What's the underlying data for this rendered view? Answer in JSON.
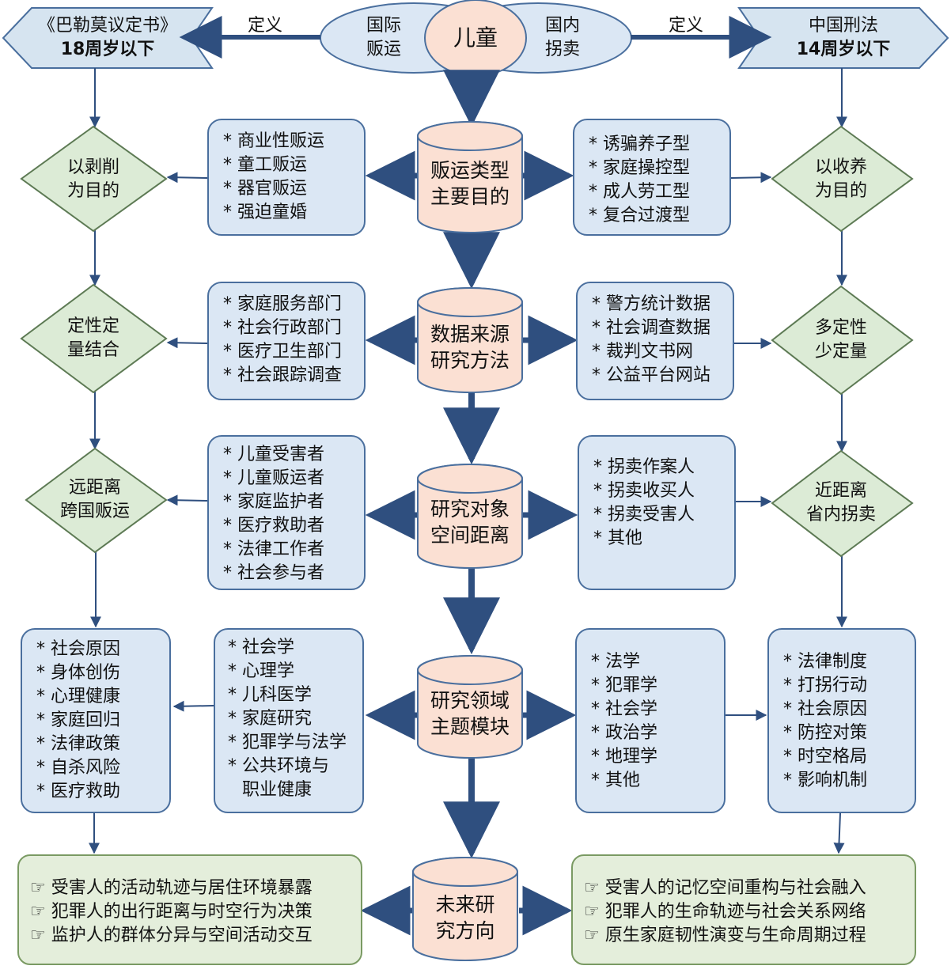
{
  "top": {
    "left_banner": {
      "title": "《巴勒莫议定书》",
      "value": "18周岁以下"
    },
    "right_banner": {
      "title": "中国刑法",
      "value": "14周岁以下"
    },
    "define_left": "定义",
    "define_right": "定义",
    "ellipse_left": [
      "国际",
      "贩运"
    ],
    "ellipse_center": "儿童",
    "ellipse_right": [
      "国内",
      "拐卖"
    ]
  },
  "left_diamonds": [
    [
      "以剥削",
      "为目的"
    ],
    [
      "定性定",
      "量结合"
    ],
    [
      "远距离",
      "跨国贩运"
    ]
  ],
  "right_diamonds": [
    [
      "以收养",
      "为目的"
    ],
    [
      "多定性",
      "少定量"
    ],
    [
      "近距离",
      "省内拐卖"
    ]
  ],
  "cylinders": [
    [
      "贩运类型",
      "主要目的"
    ],
    [
      "数据来源",
      "研究方法"
    ],
    [
      "研究对象",
      "空间距离"
    ],
    [
      "研究领域",
      "主题模块"
    ],
    [
      "未来研",
      "究方向"
    ]
  ],
  "lists": {
    "types_left": [
      "* 商业性贩运",
      "* 童工贩运",
      "* 器官贩运",
      "* 强迫童婚"
    ],
    "types_right": [
      "* 诱骗养子型",
      "* 家庭操控型",
      "* 成人劳工型",
      "* 复合过渡型"
    ],
    "sources_left": [
      "* 家庭服务部门",
      "* 社会行政部门",
      "* 医疗卫生部门",
      "* 社会跟踪调查"
    ],
    "sources_right": [
      "* 警方统计数据",
      "* 社会调查数据",
      "* 裁判文书网",
      "* 公益平台网站"
    ],
    "objects_left": [
      "* 儿童受害者",
      "* 儿童贩运者",
      "* 家庭监护者",
      "* 医疗救助者",
      "* 法律工作者",
      "* 社会参与者"
    ],
    "objects_right": [
      "* 拐卖作案人",
      "* 拐卖收买人",
      "* 拐卖受害人",
      "* 其他"
    ],
    "themes_far_left": [
      "* 社会原因",
      "* 身体创伤",
      "* 心理健康",
      "* 家庭回归",
      "* 法律政策",
      "* 自杀风险",
      "* 医疗救助"
    ],
    "fields_left": [
      "* 社会学",
      "* 心理学",
      "* 儿科医学",
      "* 家庭研究",
      "* 犯罪学与法学",
      "* 公共环境与",
      "职业健康"
    ],
    "fields_right": [
      "* 法学",
      "* 犯罪学",
      "* 社会学",
      "* 政治学",
      "* 地理学",
      "* 其他"
    ],
    "themes_far_right": [
      "* 法律制度",
      "* 打拐行动",
      "* 社会原因",
      "* 防控对策",
      "* 时空格局",
      "* 影响机制"
    ],
    "future_left": [
      "☞ 受害人的活动轨迹与居住环境暴露",
      "☞ 犯罪人的出行距离与时空行为决策",
      "☞ 监护人的群体分异与空间活动交互"
    ],
    "future_right": [
      "☞ 受害人的记忆空间重构与社会融入",
      "☞ 犯罪人的生命轨迹与社会关系网络",
      "☞ 原生家庭韧性演变与生命周期过程"
    ]
  },
  "colors": {
    "box_fill": "#dbe7f4",
    "box_stroke": "#4a6f9e",
    "diamond_fill": "#dcebd6",
    "cylinder_fill": "#fbe0d3",
    "green_fill": "#e4eedb",
    "arrow": "#2f4f7f"
  }
}
